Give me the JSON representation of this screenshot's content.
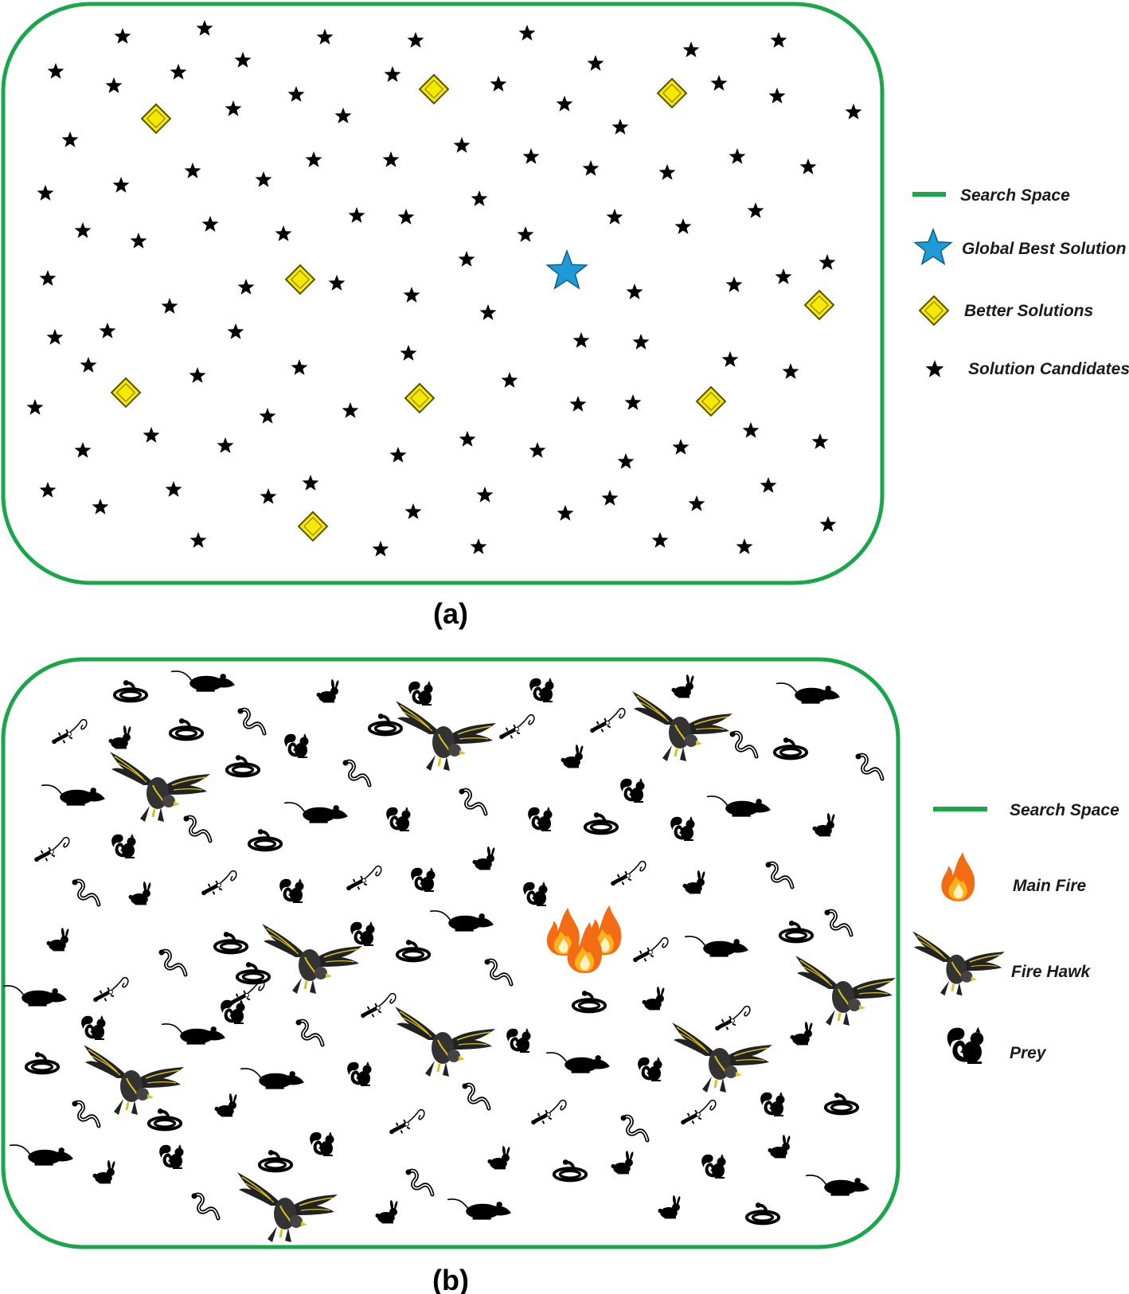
{
  "panel_a": {
    "caption": "(a)",
    "legend": {
      "search_space": "Search Space",
      "global_best": "Global Best Solution",
      "better": "Better Solutions",
      "candidates": "Solution Candidates"
    }
  },
  "panel_b": {
    "caption": "(b)",
    "legend": {
      "search_space": "Search Space",
      "main_fire": "Main Fire",
      "fire_hawk": "Fire Hawk",
      "prey": "Prey"
    }
  },
  "colors": {
    "search_space": "#1aa64a",
    "global_best": "#1e9bd7",
    "better_fill": "#f5e900",
    "candidate": "#000000",
    "hawk_accent": "#d9c21a",
    "fire_outer": "#f36b12",
    "fire_inner": "#ffd43b"
  },
  "icons": {
    "candidate": "star-icon",
    "global_best": "blue-star-icon",
    "better": "yellow-diamond-icon",
    "main_fire": "fire-icon",
    "fire_hawk": "hawk-icon",
    "prey": [
      "squirrel-icon",
      "rabbit-icon",
      "mouse-icon",
      "snake-icon",
      "coiled-snake-icon",
      "lizard-icon"
    ]
  }
}
